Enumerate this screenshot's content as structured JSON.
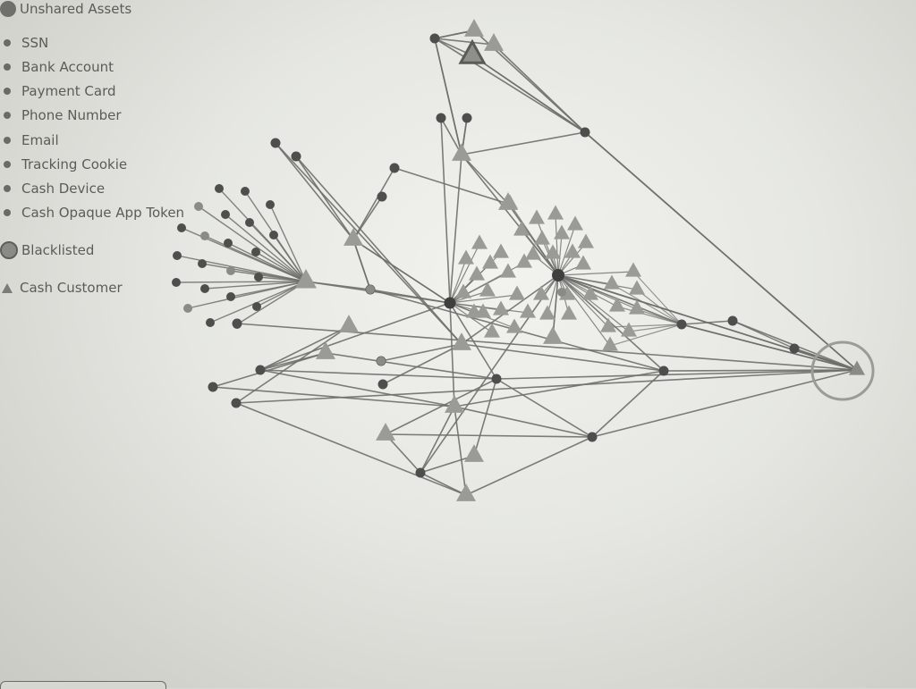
{
  "legend": {
    "unshared_assets": "Unshared Assets",
    "ssn": "SSN",
    "bank_account": "Bank Account",
    "payment_card": "Payment Card",
    "phone_number": "Phone Number",
    "email": "Email",
    "tracking_cookie": "Tracking Cookie",
    "cash_device": "Cash Device",
    "cash_opaque_app_token": "Cash Opaque App Token",
    "blacklisted": "Blacklisted",
    "cash_customer": "Cash Customer"
  },
  "colors": {
    "asset_node": "#4e4f4c",
    "customer_node": "#9a9b96",
    "edge": "#6e6f6a",
    "highlight_ring": "#9b9c97"
  },
  "graph": {
    "nodes": [
      {
        "id": "a1",
        "kind": "asset"
      },
      {
        "id": "t1",
        "kind": "customer"
      },
      {
        "id": "t2",
        "kind": "customer"
      },
      {
        "id": "t3",
        "kind": "customer-blacklisted"
      },
      {
        "id": "a2",
        "kind": "asset"
      },
      {
        "id": "a3",
        "kind": "asset"
      },
      {
        "id": "a4",
        "kind": "asset"
      },
      {
        "id": "a5",
        "kind": "asset"
      },
      {
        "id": "t4",
        "kind": "customer"
      },
      {
        "id": "a6",
        "kind": "asset"
      },
      {
        "id": "a7",
        "kind": "asset"
      },
      {
        "id": "a8",
        "kind": "asset"
      },
      {
        "id": "a9",
        "kind": "asset"
      },
      {
        "id": "t5",
        "kind": "customer"
      },
      {
        "id": "t6",
        "kind": "customer"
      },
      {
        "id": "a10",
        "kind": "asset"
      },
      {
        "id": "t7",
        "kind": "customer"
      },
      {
        "id": "a11",
        "kind": "asset"
      },
      {
        "id": "t8",
        "kind": "customer"
      },
      {
        "id": "a12",
        "kind": "asset"
      },
      {
        "id": "a13",
        "kind": "asset"
      },
      {
        "id": "a14",
        "kind": "asset"
      },
      {
        "id": "a15",
        "kind": "asset"
      },
      {
        "id": "t9",
        "kind": "customer"
      },
      {
        "id": "t10",
        "kind": "customer"
      },
      {
        "id": "t11",
        "kind": "customer"
      },
      {
        "id": "a16",
        "kind": "asset"
      },
      {
        "id": "a17",
        "kind": "asset"
      },
      {
        "id": "t12",
        "kind": "customer"
      },
      {
        "id": "t13",
        "kind": "customer"
      },
      {
        "id": "a18",
        "kind": "asset"
      },
      {
        "id": "a19",
        "kind": "asset"
      },
      {
        "id": "a20",
        "kind": "asset"
      },
      {
        "id": "a21",
        "kind": "asset"
      },
      {
        "id": "t14",
        "kind": "customer-highlighted"
      },
      {
        "id": "h1",
        "kind": "asset"
      },
      {
        "id": "t15",
        "kind": "customer"
      },
      {
        "id": "a22",
        "kind": "asset"
      },
      {
        "id": "a23",
        "kind": "asset"
      }
    ],
    "edges": [
      [
        "a1",
        "t1"
      ],
      [
        "a1",
        "t2"
      ],
      [
        "a1",
        "t3"
      ],
      [
        "a1",
        "t4"
      ],
      [
        "t1",
        "a2"
      ],
      [
        "t2",
        "a2"
      ],
      [
        "t3",
        "a2"
      ],
      [
        "a2",
        "t14"
      ],
      [
        "a2",
        "t4"
      ],
      [
        "a3",
        "t4"
      ],
      [
        "a4",
        "t4"
      ],
      [
        "t4",
        "t6"
      ],
      [
        "t4",
        "h1"
      ],
      [
        "a5",
        "t9"
      ],
      [
        "a6",
        "t9"
      ],
      [
        "a7",
        "t5"
      ],
      [
        "a8",
        "t5"
      ],
      [
        "t5",
        "a10"
      ],
      [
        "a10",
        "t5"
      ],
      [
        "t5",
        "a9"
      ],
      [
        "a9",
        "a15"
      ],
      [
        "t9",
        "h1"
      ],
      [
        "h1",
        "a18"
      ],
      [
        "h1",
        "t10"
      ],
      [
        "h1",
        "t14"
      ],
      [
        "h1",
        "a15"
      ],
      [
        "a15",
        "t14"
      ],
      [
        "a15",
        "t11"
      ],
      [
        "a15",
        "a19"
      ],
      [
        "t11",
        "a16"
      ],
      [
        "t11",
        "a11"
      ],
      [
        "a11",
        "t7"
      ],
      [
        "a11",
        "t8"
      ],
      [
        "a11",
        "a13"
      ],
      [
        "a13",
        "t12"
      ],
      [
        "a13",
        "t13"
      ],
      [
        "a19",
        "a13"
      ],
      [
        "a19",
        "t12"
      ],
      [
        "a20",
        "t14"
      ],
      [
        "a21",
        "t14"
      ],
      [
        "a17",
        "t14"
      ],
      [
        "t15",
        "a17"
      ],
      [
        "a22",
        "t14"
      ],
      [
        "a23",
        "t14"
      ]
    ]
  }
}
